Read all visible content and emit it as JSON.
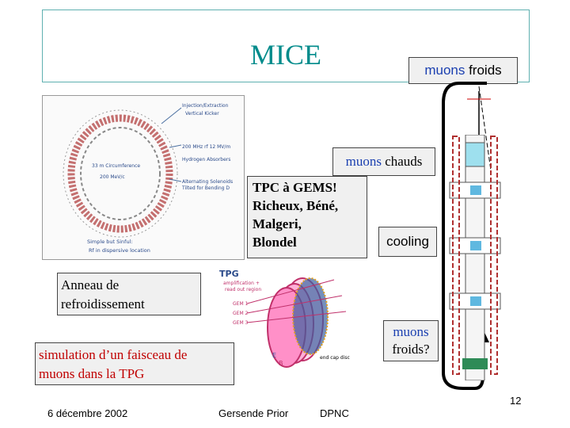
{
  "slide": {
    "title": "MICE",
    "page_number": "12"
  },
  "labels": {
    "muons_froids_prefix": "muons",
    "muons_froids_suffix": " froids",
    "muons_chauds_prefix": "muons",
    "muons_chauds_suffix": " chauds",
    "tpc_line1": "TPC à GEMS!",
    "tpc_line2": "Richeux, Béné,",
    "tpc_line3": "Malgeri,",
    "tpc_line4": "Blondel",
    "cooling": "cooling",
    "anneau_line1": "Anneau de",
    "anneau_line2": "refroidissement",
    "simulation_line1": "simulation d’un faisceau de",
    "simulation_line2": "muons dans la TPG",
    "muons_froids_q_line1": "muons",
    "muons_froids_q_line2": "froids?"
  },
  "ring_figure": {
    "injection": "Injection/Extraction",
    "kicker": "Vertical Kicker",
    "rf": "200 MHz rf 12 MV/m",
    "absorber": "Hydrogen Absorbers",
    "solenoids1": "Alternating Solenoids",
    "solenoids2": "Tilted for Bending D",
    "circumference": "33 m Circumference",
    "momentum": "200 MeV/c",
    "simple": "Simple but Sinful:",
    "dispersive": "Rf in dispersive location"
  },
  "tpg_figure": {
    "tpg": "TPG",
    "amp": "amplification +",
    "readout": "read out region",
    "gem1": "GEM 1",
    "gem2": "GEM 2",
    "gem3": "GEM 3",
    "field": "E",
    "bfield": "B",
    "endcap": "end cap disc"
  },
  "footer": {
    "date": "6 décembre 2002",
    "author": "Gersende Prior",
    "lab": "DPNC"
  },
  "colors": {
    "title": "#008b8b",
    "muon_word": "#1a3fb0",
    "box_fill": "#f0f0f0",
    "simulation_text": "#c00000"
  }
}
